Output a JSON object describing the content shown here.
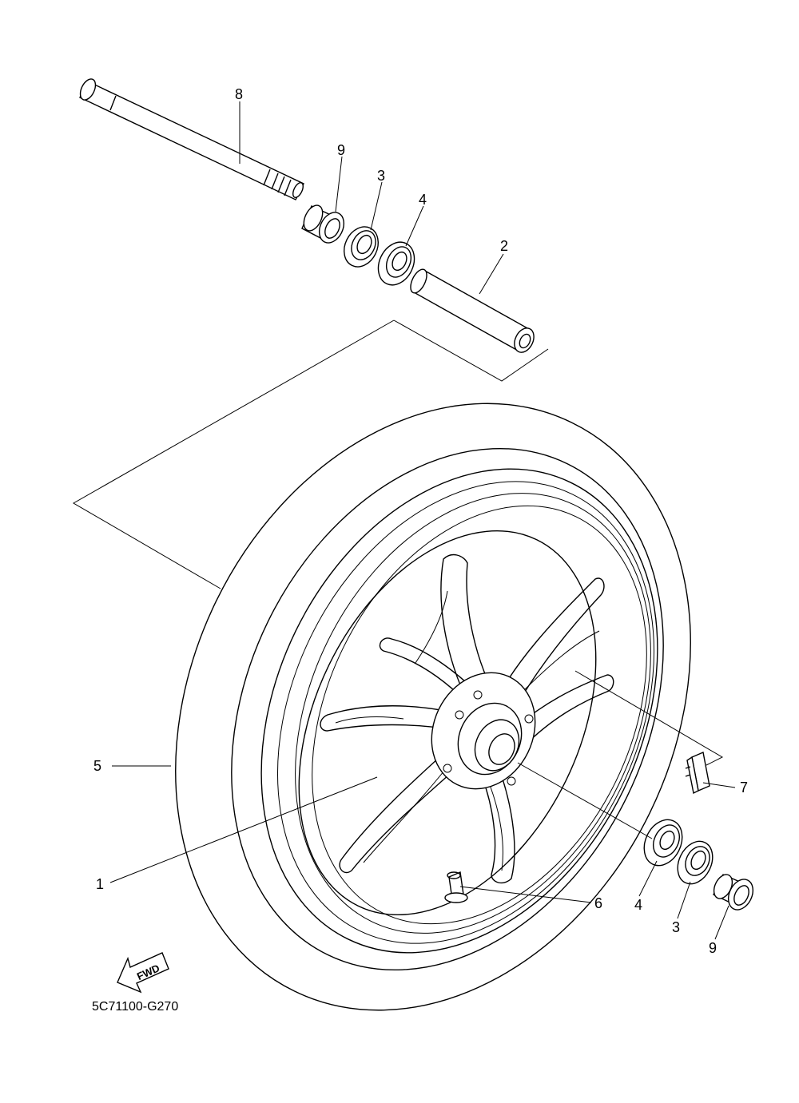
{
  "callouts": [
    {
      "id": "8",
      "text": "8"
    },
    {
      "id": "9a",
      "text": "9"
    },
    {
      "id": "3a",
      "text": "3"
    },
    {
      "id": "4a",
      "text": "4"
    },
    {
      "id": "2",
      "text": "2"
    },
    {
      "id": "5",
      "text": "5"
    },
    {
      "id": "1",
      "text": "1"
    },
    {
      "id": "7",
      "text": "7"
    },
    {
      "id": "6",
      "text": "6"
    },
    {
      "id": "4b",
      "text": "4"
    },
    {
      "id": "3b",
      "text": "3"
    },
    {
      "id": "9b",
      "text": "9"
    }
  ],
  "fwd_label": "FWD",
  "diagram_code": "5C71100-G270"
}
